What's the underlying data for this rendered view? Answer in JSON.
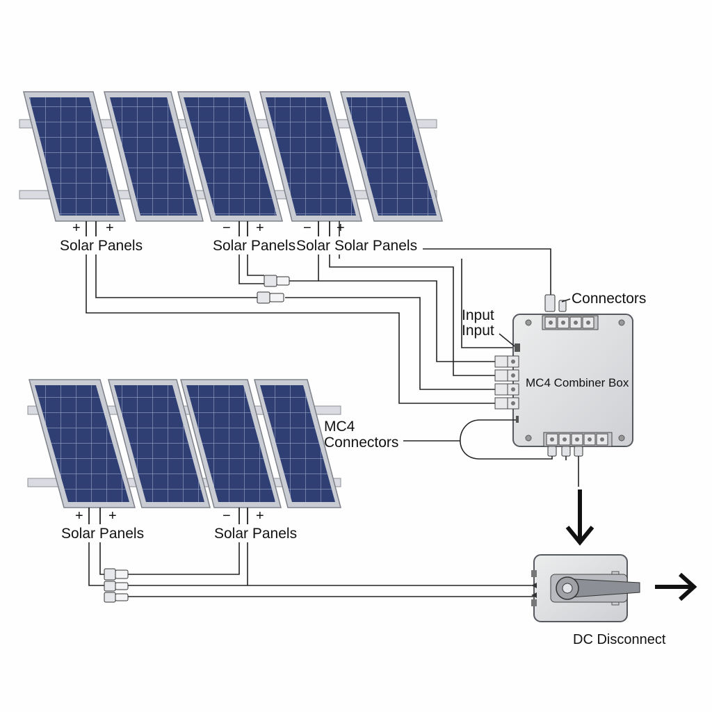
{
  "labels": {
    "row1_group1": "Solar Panels",
    "row1_group2": "Solar Panels",
    "row1_group3a": "Solar",
    "row1_group3b": "Solar Panels",
    "row2_group1": "Solar Panels",
    "row2_group2": "Solar Panels",
    "connectors": "Connectors",
    "input1": "Input",
    "input2": "Input",
    "combiner": "MC4 Combiner Box",
    "mc4_line1": "MC4",
    "mc4_line2": "Connectors",
    "dc_disconnect": "DC Disconnect"
  },
  "polarity": {
    "r1a": [
      "+",
      "+"
    ],
    "r1b": [
      "−",
      "+"
    ],
    "r1c": [
      "−",
      "+"
    ],
    "r2a": [
      "+",
      "+"
    ],
    "r2b": [
      "−",
      "+"
    ]
  },
  "colors": {
    "cell": "#2f3f73",
    "cell_dark": "#1e2a55",
    "grid": "#9aa6c8",
    "frame": "#c9ccd2",
    "box": "#dcdde0",
    "wire": "#222222"
  }
}
